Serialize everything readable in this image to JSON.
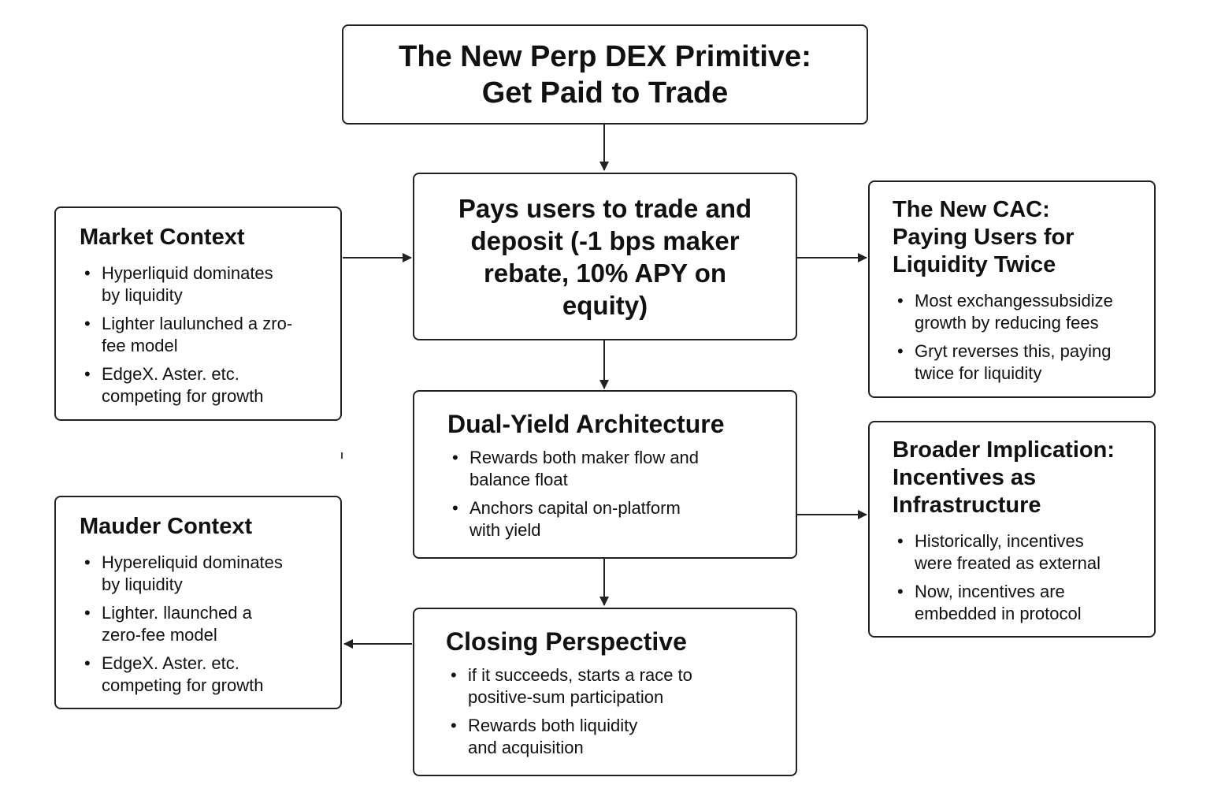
{
  "title": {
    "line1": "The New Perp DEX Primitive:",
    "line2": "Get Paid to Trade"
  },
  "center_top": {
    "lines": [
      "Pays users to trade and",
      "deposit (-1 bps maker",
      "rebate, 10% APY on",
      "equity)"
    ]
  },
  "dual_yield": {
    "heading": "Dual-Yield Architecture",
    "bullets": [
      [
        "Rewards both maker flow and",
        "balance float"
      ],
      [
        "Anchors capital on-platform",
        "with yield"
      ]
    ]
  },
  "closing": {
    "heading": "Closing Perspective",
    "bullets": [
      [
        "if it succeeds, starts a race to",
        "positive-sum participation"
      ],
      [
        "Rewards both liquidity",
        "and acquisition"
      ]
    ]
  },
  "market_context": {
    "heading": "Market Context",
    "bullets": [
      [
        "Hyperliquid dominates",
        "by liquidity"
      ],
      [
        "Lighter laulunched a zro-",
        "fee model"
      ],
      [
        "EdgeX. Aster. etc.",
        "competing for growth"
      ]
    ]
  },
  "mauder_context": {
    "heading": "Mauder Context",
    "bullets": [
      [
        "Hypereliquid dominates",
        "by liquidity"
      ],
      [
        "Lighter. llaunched a",
        "zero-fee model"
      ],
      [
        "EdgeX. Aster. etc.",
        "competing for growth"
      ]
    ]
  },
  "new_cac": {
    "heading_lines": [
      "The New CAC:",
      "Paying Users for",
      "Liquidity Twice"
    ],
    "bullets": [
      [
        "Most exchangessubsidize",
        "growth by reducing fees"
      ],
      [
        "Gryt reverses this, paying",
        "twice for liquidity"
      ]
    ]
  },
  "broader": {
    "heading_lines": [
      "Broader Implication:",
      "Incentives as",
      "Infrastructure"
    ],
    "bullets": [
      [
        "Historically, incentives",
        "were freated as external"
      ],
      [
        "Now, incentives are",
        "embedded in protocol"
      ]
    ]
  },
  "colors": {
    "stroke": "#222222",
    "background": "#ffffff"
  }
}
